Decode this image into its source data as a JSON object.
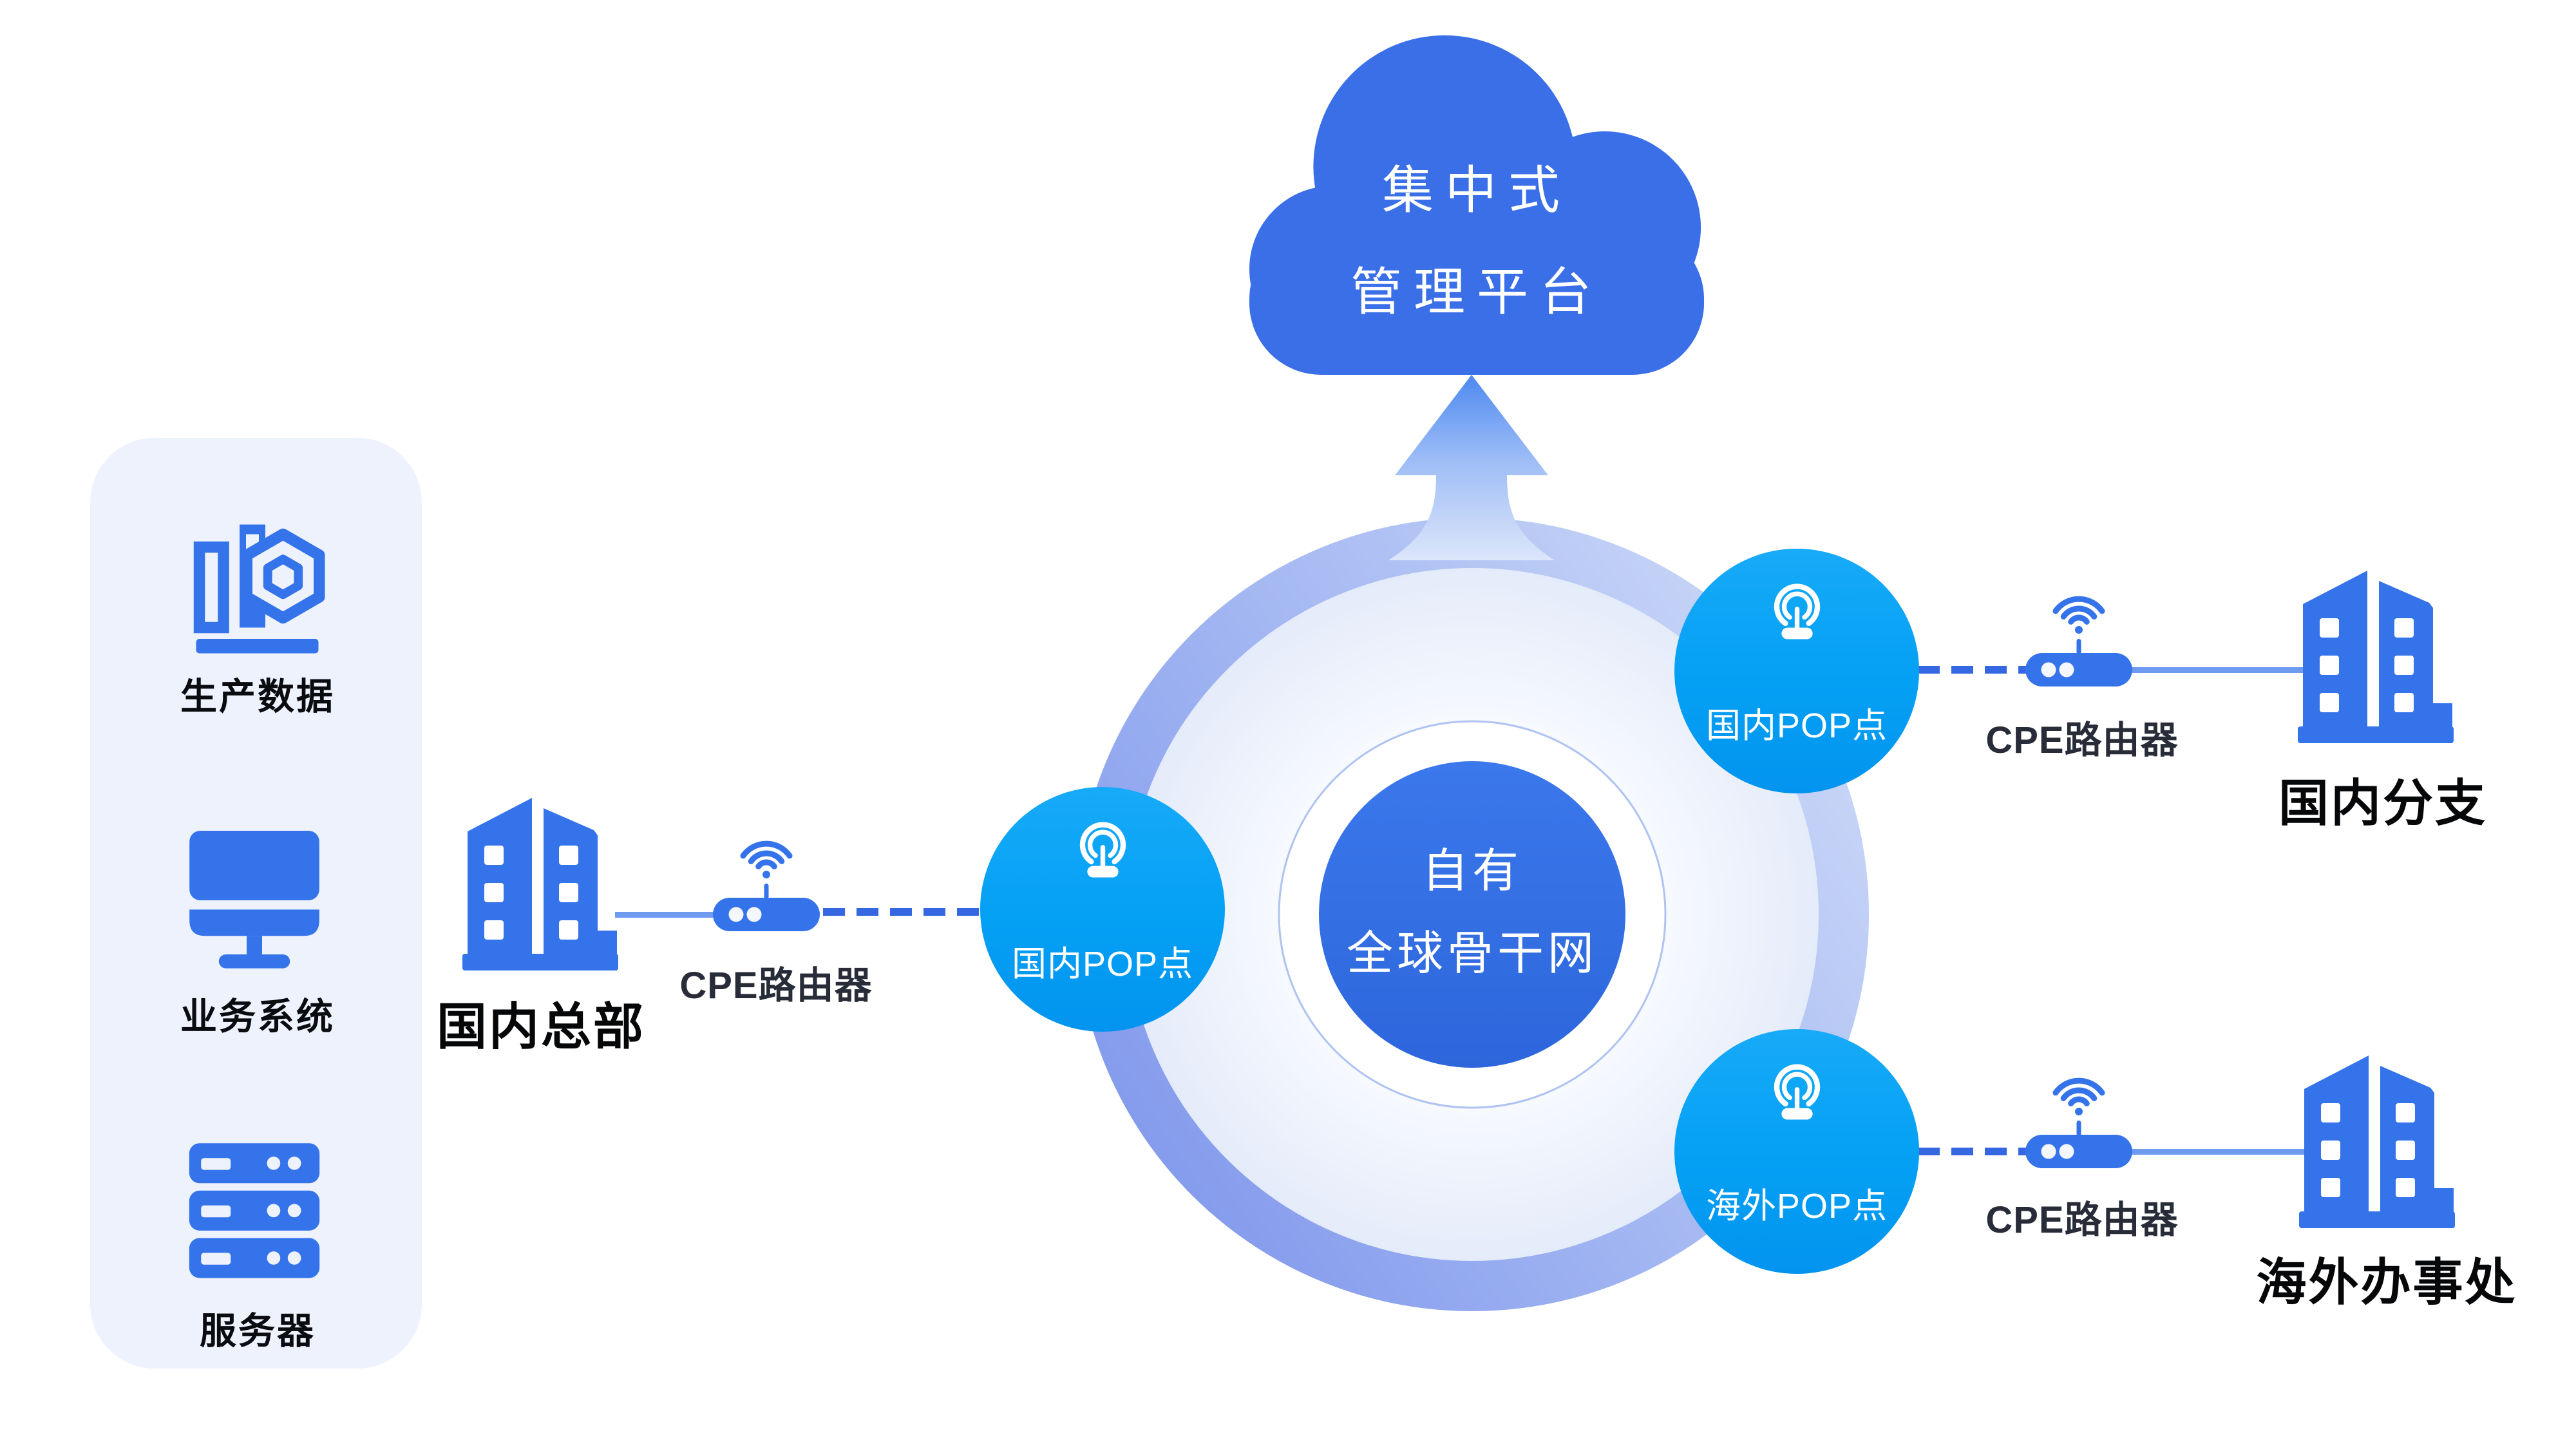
{
  "palette": {
    "icon_blue": "#3573EB",
    "cloud_blue": "#3A6FE8",
    "core_blue": "#2F6AE0",
    "pop_cyan": "#04A0F4",
    "ring_periwinkle": "#8299EC",
    "ring_light": "#C9D6F7",
    "panel_bg": "#EDF2FD",
    "solid_link": "#6E9AF0",
    "dashed_link": "#3667E3",
    "label_dark": "#060709",
    "cpe_label_color": "#272C38",
    "white": "#FFFFFF"
  },
  "cloud": {
    "line1": "集中式",
    "line2": "管理平台"
  },
  "core": {
    "line1": "自有",
    "line2": "全球骨干网"
  },
  "sidebar": {
    "items": [
      {
        "label": "生产数据",
        "icon": "production-data-icon"
      },
      {
        "label": "业务系统",
        "icon": "business-system-icon"
      },
      {
        "label": "服务器",
        "icon": "server-icon"
      }
    ]
  },
  "branches": [
    {
      "pop_label": "国内POP点",
      "router_label": "CPE路由器",
      "building_label": "国内总部"
    },
    {
      "pop_label": "国内POP点",
      "router_label": "CPE路由器",
      "building_label": "国内分支"
    },
    {
      "pop_label": "海外POP点",
      "router_label": "CPE路由器",
      "building_label": "海外办事处"
    }
  ]
}
